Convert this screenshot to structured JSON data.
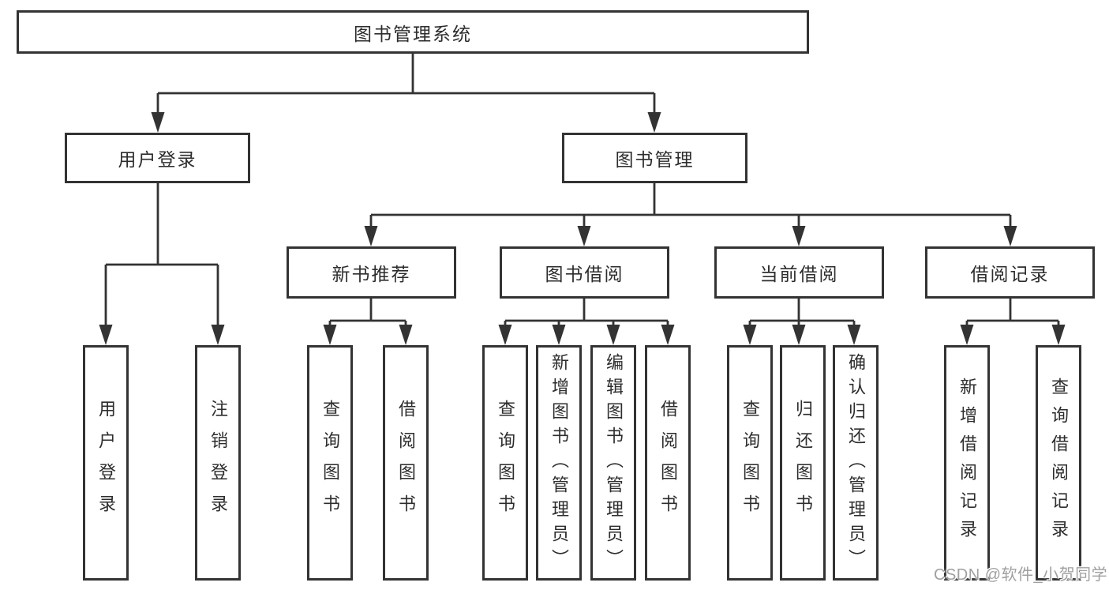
{
  "diagram": {
    "title": "图书管理系统",
    "branches": [
      {
        "label": "用户登录",
        "children": [
          {
            "label": "用户登录"
          },
          {
            "label": "注销登录"
          }
        ]
      },
      {
        "label": "图书管理",
        "children": [
          {
            "label": "新书推荐",
            "children": [
              {
                "label": "查询图书"
              },
              {
                "label": "借阅图书"
              }
            ]
          },
          {
            "label": "图书借阅",
            "children": [
              {
                "label": "查询图书"
              },
              {
                "label": "新增图书（管理员）"
              },
              {
                "label": "编辑图书（管理员）"
              },
              {
                "label": "借阅图书"
              }
            ]
          },
          {
            "label": "当前借阅",
            "children": [
              {
                "label": "查询图书"
              },
              {
                "label": "归还图书"
              },
              {
                "label": "确认归还（管理员）"
              }
            ]
          },
          {
            "label": "借阅记录",
            "children": [
              {
                "label": "新增借阅记录"
              },
              {
                "label": "查询借阅记录"
              }
            ]
          }
        ]
      }
    ]
  },
  "watermark": {
    "text": "CSDN @软件_小贺同学"
  },
  "colors": {
    "line": "#333333",
    "text": "#2d2d2d",
    "background": "#ffffff",
    "watermark": "#a0a0a0"
  }
}
